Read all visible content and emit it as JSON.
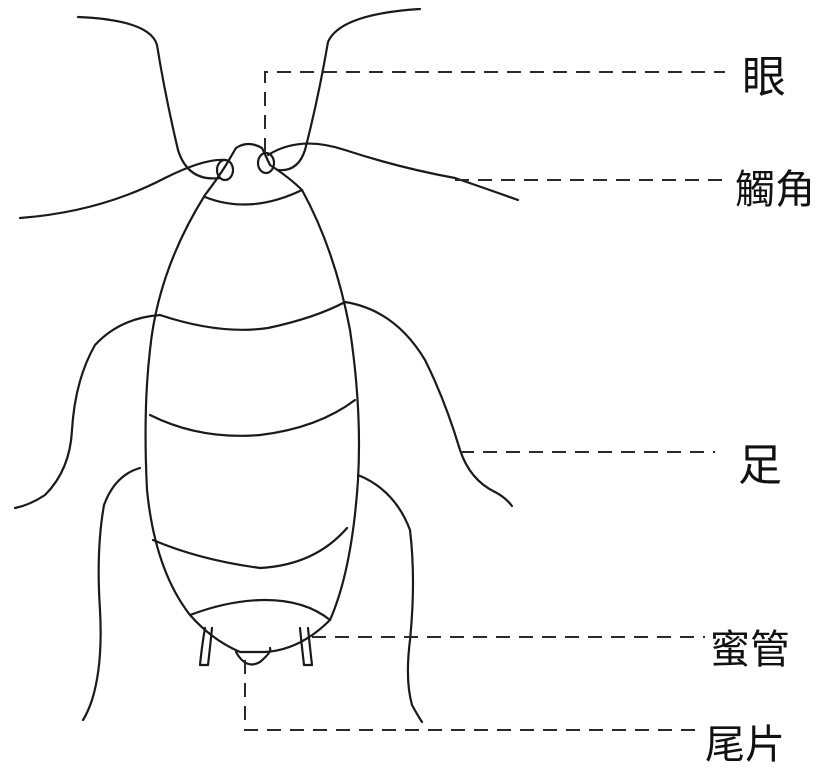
{
  "figure": {
    "subject": "aphid",
    "labels": [
      {
        "id": "eye",
        "text": "眼"
      },
      {
        "id": "antenna",
        "text": "觸角"
      },
      {
        "id": "leg",
        "text": "足"
      },
      {
        "id": "cornicle",
        "text": "蜜管"
      },
      {
        "id": "cauda",
        "text": "尾片"
      }
    ]
  }
}
